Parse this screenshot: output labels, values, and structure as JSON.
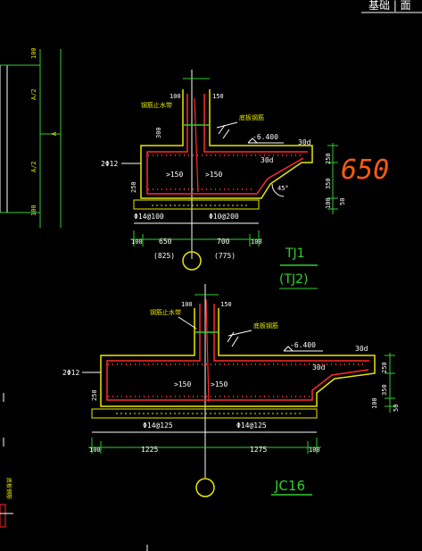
{
  "header": {
    "fragment": "基础 | 面"
  },
  "left_dims": {
    "v1": "100",
    "v2": "A/2",
    "v3": "A",
    "v4": "A/2",
    "v5": "100"
  },
  "tj1": {
    "col_w1": "100",
    "col_w2": "150",
    "note_left": "钢筋止水带",
    "note_right": "底板钢筋",
    "elev": "-6.400",
    "lap1": "30d",
    "lap2": "30d",
    "dim_300": "300",
    "side_label": "2Φ12",
    "h_250_left": "250",
    "r_250": "250",
    "r_350": "350",
    "r_100": "100",
    "r_50": "50",
    "slope": "45°",
    "stir_left": ">150",
    "stir_right": ">150",
    "bottom_left": "Φ14@100",
    "bottom_right": "Φ10@200",
    "d_100a": "100",
    "d_650": "650",
    "d_700": "700",
    "d_100b": "100",
    "d_825": "(825)",
    "d_775": "(775)",
    "title_top": "TJ1",
    "title_bottom": "(TJ2)",
    "handwritten": "650"
  },
  "jc16": {
    "col_w1": "100",
    "col_w2": "150",
    "note_left": "钢筋止水带",
    "note_right": "底板钢筋",
    "elev": "-6.400",
    "lap1": "30d",
    "lap2": "30d",
    "side_label": "2Φ12",
    "h_250_left": "250",
    "r_250": "250",
    "r_350": "350",
    "r_100": "100",
    "r_50": "50",
    "stir_left": ">150",
    "stir_right": ">150",
    "bottom_left": "Φ14@125",
    "bottom_right": "Φ14@125",
    "d_100a": "100",
    "d_1225": "1225",
    "d_1275": "1275",
    "d_100b": "100",
    "title": "JC16"
  },
  "left_edge_note": "底板钢筋",
  "colors": {
    "bg": "#000000",
    "green": "#2fd02f",
    "yellow": "#e8e800",
    "red": "#ff2a2a",
    "white": "#ffffff",
    "orange": "#ff5a10"
  }
}
